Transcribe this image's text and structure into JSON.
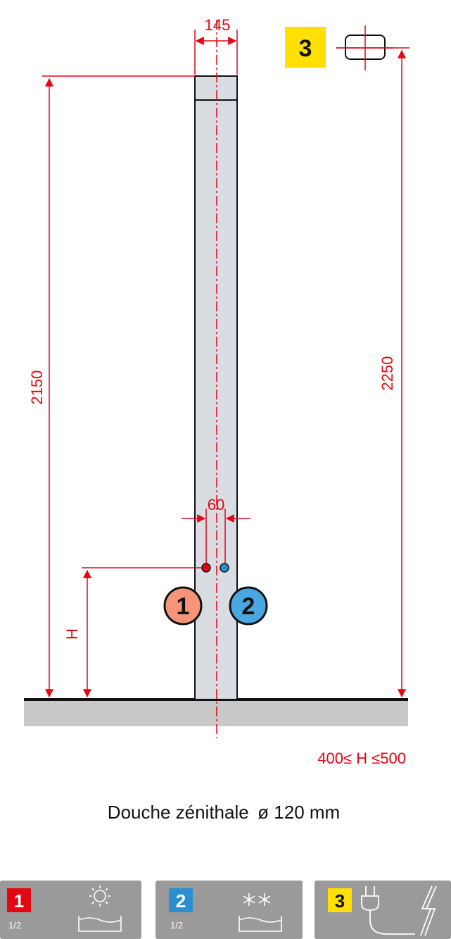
{
  "colors": {
    "dimension": "#e30613",
    "column_fill": "#d9dde3",
    "floor_fill": "#c8c8c8",
    "hot": "#f4957a",
    "cold": "#4aa8e0",
    "highlight_yellow": "#ffe000",
    "tile_bg": "#9a9a9a",
    "badge_red": "#e30613",
    "badge_blue": "#2a8fd0"
  },
  "dimensions": {
    "column_width": "145",
    "total_height_left": "2150",
    "total_height_right": "2250",
    "inlet_spacing": "60",
    "inlet_height_label": "H",
    "height_range": "400≤ H ≤500"
  },
  "markers": {
    "hot_inlet": "1",
    "cold_inlet": "2",
    "electrical": "3"
  },
  "caption": {
    "product": "Douche zénithale",
    "diameter": "ø 120 mm"
  },
  "tiles": [
    {
      "number": "1",
      "sub": "1/2",
      "icon": "hot-water-icon"
    },
    {
      "number": "2",
      "sub": "1/2",
      "icon": "cold-water-icon"
    },
    {
      "number": "3",
      "sub": "",
      "icon": "electrical-plug-icon"
    }
  ]
}
